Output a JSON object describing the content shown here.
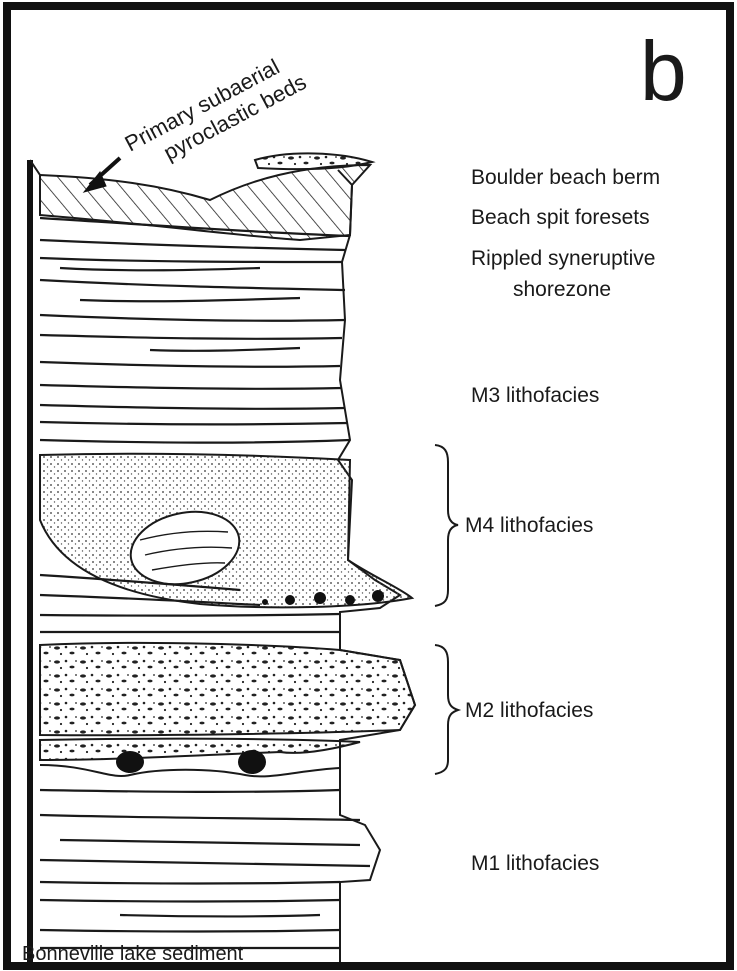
{
  "panel_letter": "b",
  "top_annotation": {
    "line1": "Primary subaerial",
    "line2": "pyroclastic beds"
  },
  "labels": {
    "boulder_berm": "Boulder beach berm",
    "spit_foresets": "Beach spit foresets",
    "rippled_line1": "Rippled syneruptive",
    "rippled_line2": "shorezone",
    "m3": "M3 lithofacies",
    "m4": "M4 lithofacies",
    "m2": "M2 lithofacies",
    "m1": "M1 lithofacies"
  },
  "base_label": "Bonneville lake sediment",
  "colors": {
    "ink": "#1a1a1a",
    "paper": "#ffffff",
    "frame": "#111111"
  }
}
